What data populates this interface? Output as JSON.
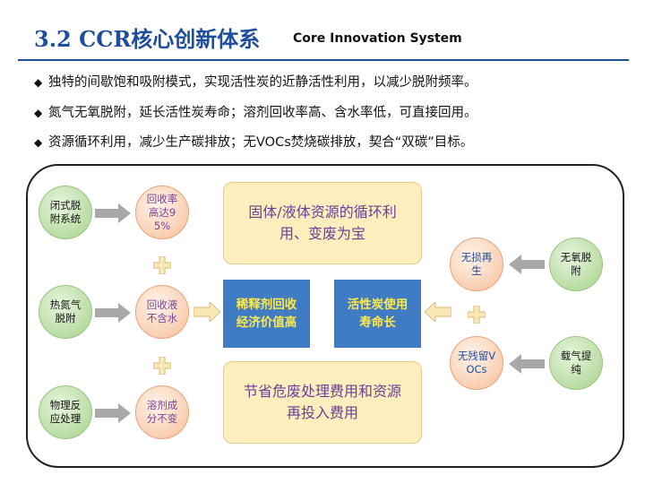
{
  "title": {
    "main": "3.2 CCR核心创新体系",
    "sub": "Core Innovation System"
  },
  "bullets": [
    "独特的间歇饱和吸附模式，实现活性炭的近静活性利用，以减少脱附频率。",
    "氮气无氧脱附，延长活性炭寿命；溶剂回收率高、含水率低，可直接回用。",
    "资源循环利用，减少生产碳排放；无VOCs焚烧碳排放，契合“双碳”目标。"
  ],
  "bullet_marker": "◆",
  "diagram": {
    "left_green": [
      "闭式脱附系统",
      "热氮气脱附",
      "物理反应处理"
    ],
    "left_orange": [
      "回收率高达95%",
      "回收液不含水",
      "溶剂成分不变"
    ],
    "top_box": "固体/液体资源的循环利用、变废为宝",
    "bottom_box": "节省危废处理费用和资源再投入费用",
    "center_left": "稀释剂回收经济价值高",
    "center_right": "活性炭使用寿命长",
    "right_orange": [
      "无损再生",
      "无残留VOCs"
    ],
    "right_green": [
      "无氧脱附",
      "载气提纯"
    ]
  },
  "colors": {
    "title": "#1f4e9c",
    "green_circle": "#b9dca3",
    "orange_circle": "#f9cfb1",
    "beige_box": "#fdeebd",
    "blue_box": "#3f7cc4",
    "blue_box_text": "#ffe94a",
    "purple_text": "#6a3f9a"
  }
}
